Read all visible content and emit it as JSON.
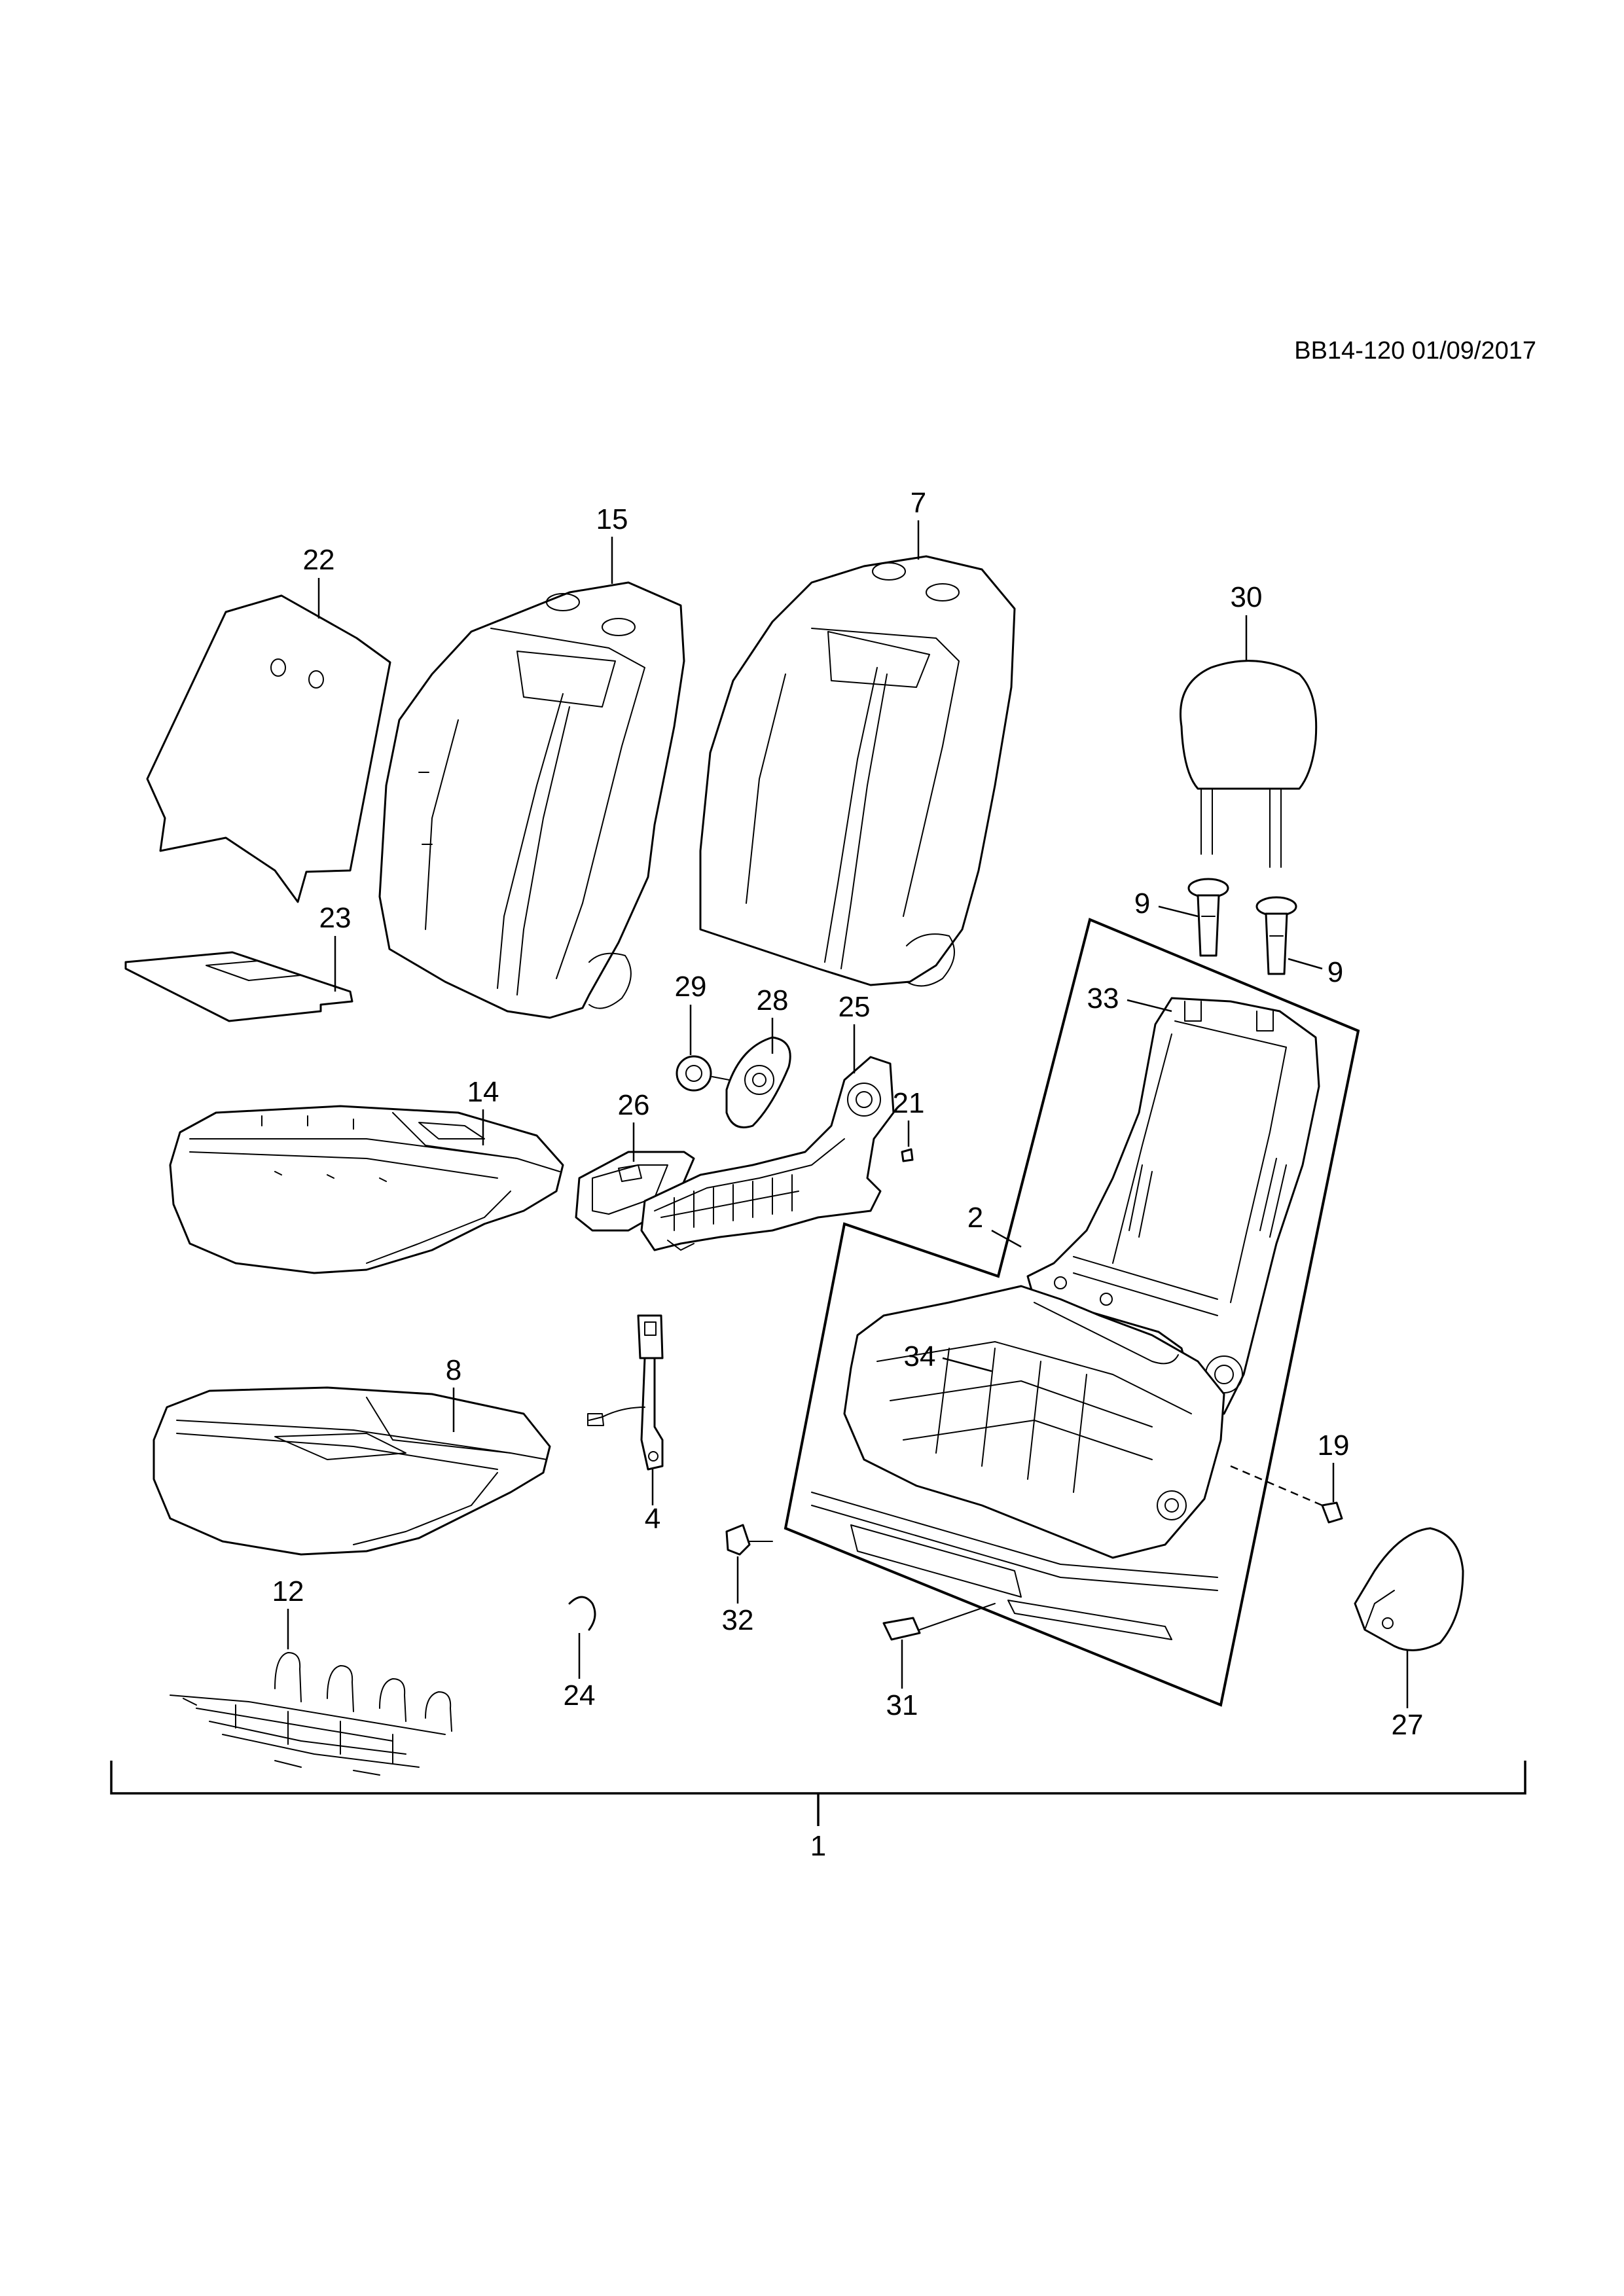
{
  "diagram_code": "BB14-120 01/09/2017",
  "callouts": {
    "p1": "1",
    "p2": "2",
    "p4": "4",
    "p7": "7",
    "p8": "8",
    "p9a": "9",
    "p9b": "9",
    "p12": "12",
    "p14": "14",
    "p15": "15",
    "p19": "19",
    "p21": "21",
    "p22": "22",
    "p23": "23",
    "p24": "24",
    "p25": "25",
    "p26": "26",
    "p27": "27",
    "p28": "28",
    "p29": "29",
    "p30": "30",
    "p31": "31",
    "p32": "32",
    "p33": "33",
    "p34": "34"
  },
  "colors": {
    "line": "#000000",
    "background": "#ffffff"
  }
}
